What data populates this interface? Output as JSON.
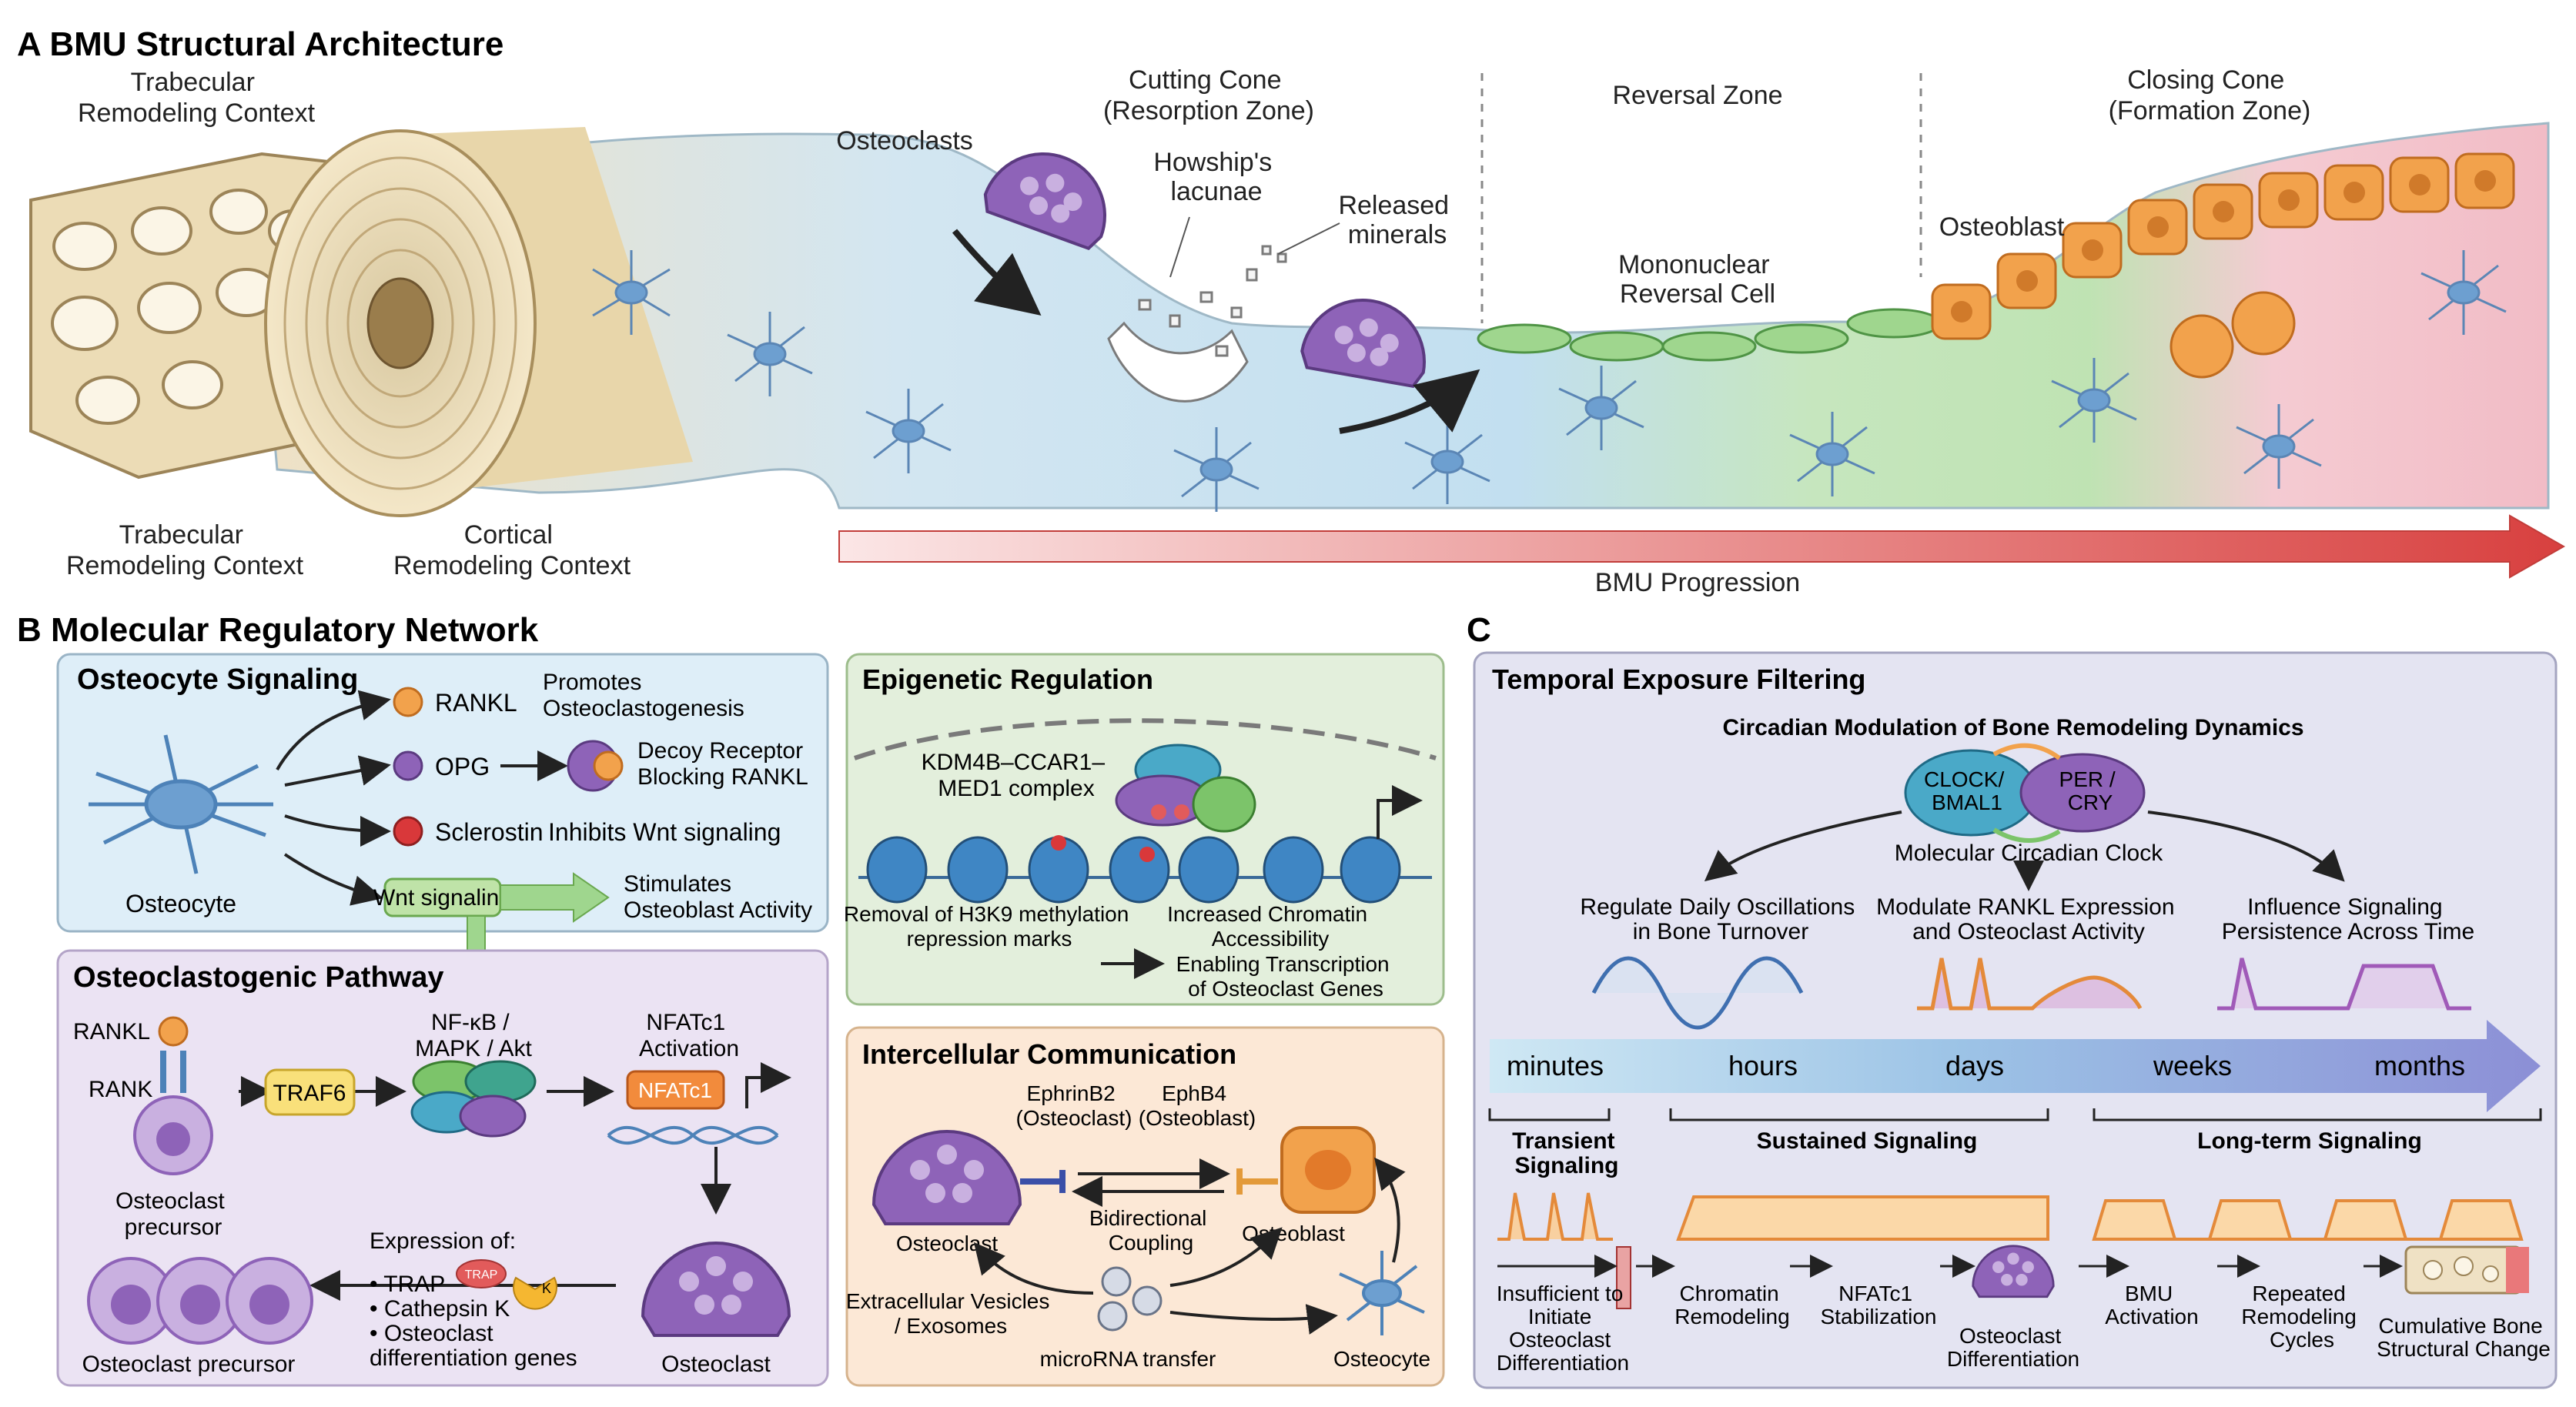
{
  "panelA": {
    "heading": "A  BMU Structural Architecture",
    "trabecular_top": [
      "Trabecular",
      "Remodeling Context"
    ],
    "trabecular_bottom": [
      "Trabecular",
      "Remodeling Context"
    ],
    "cortical": [
      "Cortical",
      "Remodeling Context"
    ],
    "osteoclasts": "Osteoclasts",
    "cutting_cone": [
      "Cutting Cone",
      "(Resorption Zone)"
    ],
    "howships": [
      "Howship's",
      "lacunae"
    ],
    "released": [
      "Released",
      "minerals"
    ],
    "reversal_zone": "Reversal Zone",
    "reversal_cell": [
      "Mononuclear",
      "Reversal Cell"
    ],
    "closing_cone": [
      "Closing Cone",
      "(Formation Zone)"
    ],
    "osteoblast": "Osteoblast",
    "progression": "BMU Progression"
  },
  "panelB": {
    "heading": "B  Molecular Regulatory Network",
    "osteocyte": {
      "title": "Osteocyte Signaling",
      "cell_label": "Osteocyte",
      "rankl": "RANKL",
      "rankl_effect": [
        "Promotes",
        "Osteoclastogenesis"
      ],
      "opg": "OPG",
      "opg_effect": [
        "Decoy Receptor",
        "Blocking RANKL"
      ],
      "sclerostin": "Sclerostin",
      "sclerostin_effect": "Inhibits Wnt signaling",
      "wnt": "Wnt signaling",
      "wnt_effect": [
        "Stimulates",
        "Osteoblast Activity"
      ]
    },
    "pathway": {
      "title": "Osteoclastogenic Pathway",
      "rankl": "RANKL",
      "rank": "RANK",
      "precursor_label": [
        "Osteoclast",
        "precursor"
      ],
      "traf6": "TRAF6",
      "nfkb": [
        "NF-κB /",
        "MAPK / Akt"
      ],
      "nfatc1_act": [
        "NFATc1",
        "Activation"
      ],
      "nfatc1": "NFATc1",
      "expression_title": "Expression of:",
      "expression_items": [
        "• TRAP",
        "• Cathepsin K",
        "• Osteoclast",
        "   differentiation genes"
      ],
      "trap_tag": "TRAP",
      "k_tag": "K",
      "osteoclast": "Osteoclast",
      "precursor_bottom": "Osteoclast precursor"
    },
    "epigenetic": {
      "title": "Epigenetic Regulation",
      "complex": [
        "KDM4B–CCAR1–",
        "MED1 complex"
      ],
      "removal": [
        "Removal of H3K9 methylation",
        "repression marks"
      ],
      "increased": [
        "Increased Chromatin",
        "Accessibility"
      ],
      "enabling": [
        "Enabling Transcription",
        "of Osteoclast Genes"
      ]
    },
    "intercellular": {
      "title": "Intercellular Communication",
      "ephrinb2": [
        "EphrinB2",
        "(Osteoclast)"
      ],
      "ephb4": [
        "EphB4",
        "(Osteoblast)"
      ],
      "bidirectional": [
        "Bidirectional",
        "Coupling"
      ],
      "osteoclast": "Osteoclast",
      "osteoblast": "Osteoblast",
      "vesicles": [
        "Extracellular Vesicles",
        "/ Exosomes"
      ],
      "microrna": "microRNA transfer",
      "osteocyte": "Osteocyte"
    }
  },
  "panelC": {
    "heading": "C",
    "box_title": "Temporal Exposure Filtering",
    "subtitle": "Circadian Modulation of Bone Remodeling Dynamics",
    "clock": [
      "CLOCK/",
      "BMAL1"
    ],
    "per": [
      "PER /",
      "CRY"
    ],
    "clock_caption": "Molecular Circadian Clock",
    "effects": [
      [
        "Regulate Daily Oscillations",
        "in Bone Turnover"
      ],
      [
        "Modulate RANKL Expression",
        "and Osteoclast Activity"
      ],
      [
        "Influence Signaling",
        "Persistence Across Time"
      ]
    ],
    "timescale": [
      "minutes",
      "hours",
      "days",
      "weeks",
      "months"
    ],
    "transient": [
      "Transient",
      "Signaling"
    ],
    "sustained": "Sustained Signaling",
    "longterm": "Long-term Signaling",
    "flow": {
      "insufficient": [
        "Insufficient to",
        "Initiate",
        "Osteoclast",
        "Differentiation"
      ],
      "chromatin": [
        "Chromatin",
        "Remodeling"
      ],
      "nfatc1": [
        "NFATc1",
        "Stabilization"
      ],
      "osteoclast": [
        "Osteoclast",
        "Differentiation"
      ],
      "bmu": [
        "BMU",
        "Activation"
      ],
      "repeated": [
        "Repeated",
        "Remodeling",
        "Cycles"
      ],
      "cumulative": [
        "Cumulative Bone",
        "Structural Change"
      ]
    }
  },
  "colors": {
    "purple": "#8e63b8",
    "purple_light": "#c9b0e0",
    "osteoblast_orange": "#f2a24c",
    "bone_blue": "#c9e0ee",
    "reversal_green": "#bfe0b4",
    "formation_pink": "#f5c6cd",
    "arrow_red": "#d8403f",
    "box_blue": "#deeef8",
    "box_purple": "#ebe3f3",
    "box_green": "#e3efdc",
    "box_orange": "#fce8d6",
    "box_lavender": "#e4e4f2"
  }
}
